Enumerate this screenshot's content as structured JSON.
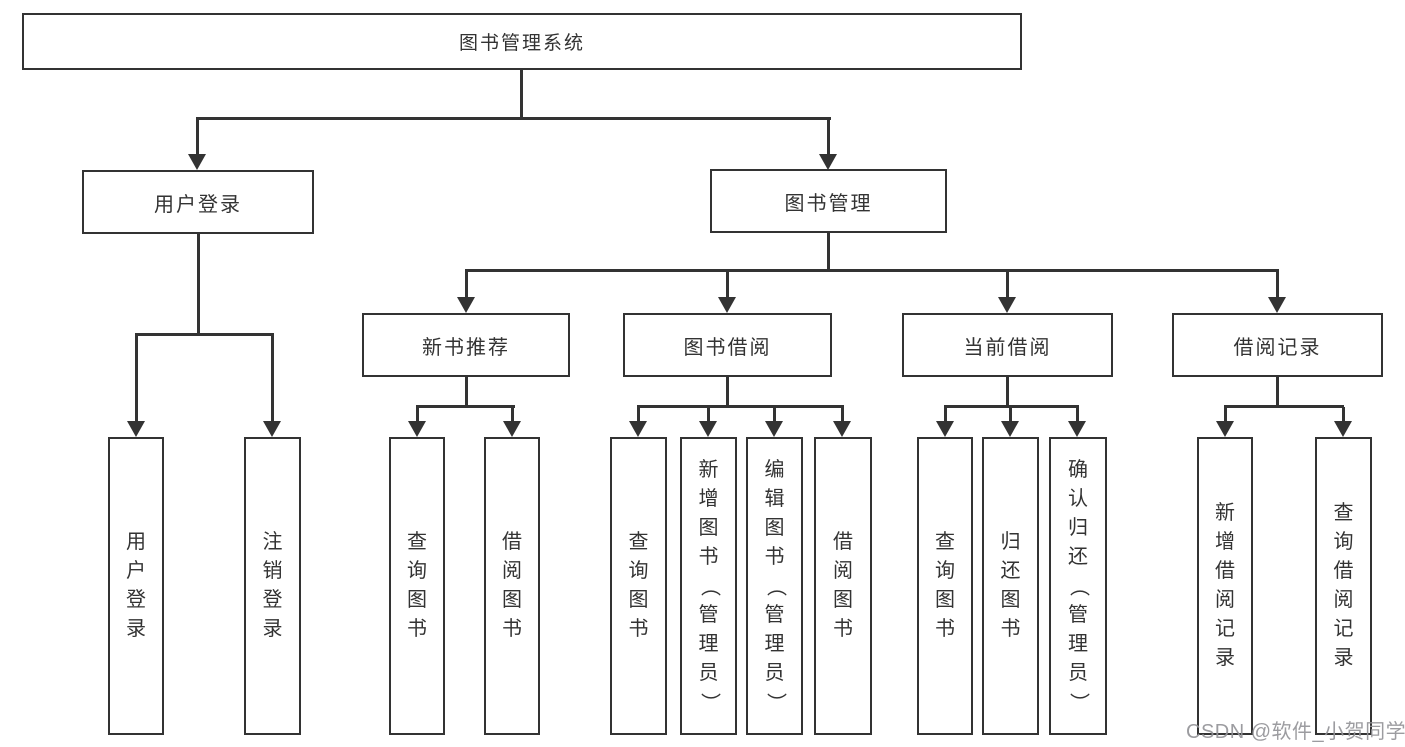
{
  "diagram_type": "hierarchy-tree",
  "colors": {
    "line": "#333333",
    "text": "#333333",
    "box_background": "#ffffff",
    "watermark": "#949498"
  },
  "nodes": {
    "root": "图书管理系统",
    "user_login": "用户登录",
    "book_mgmt": "图书管理",
    "new_book_rec": "新书推荐",
    "book_borrow": "图书借阅",
    "current_borrow": "当前借阅",
    "borrow_record": "借阅记录",
    "leaf_user_login": "用户登录",
    "leaf_logout_login": "注销登录",
    "leaf_rec_query_book": "查询图书",
    "leaf_rec_borrow_book": "借阅图书",
    "leaf_bb_query_book": "查询图书",
    "leaf_bb_add_book": "新增图书（管理员）",
    "leaf_bb_edit_book": "编辑图书（管理员）",
    "leaf_bb_borrow_book": "借阅图书",
    "leaf_cb_query_book": "查询图书",
    "leaf_cb_return_book": "归还图书",
    "leaf_cb_confirm_return": "确认归还（管理员）",
    "leaf_br_add_record": "新增借阅记录",
    "leaf_br_query_record": "查询借阅记录"
  },
  "hierarchy": {
    "root": "图书管理系统",
    "children": [
      {
        "label": "用户登录",
        "children": [
          "用户登录",
          "注销登录"
        ]
      },
      {
        "label": "图书管理",
        "children": [
          {
            "label": "新书推荐",
            "children": [
              "查询图书",
              "借阅图书"
            ]
          },
          {
            "label": "图书借阅",
            "children": [
              "查询图书",
              "新增图书（管理员）",
              "编辑图书（管理员）",
              "借阅图书"
            ]
          },
          {
            "label": "当前借阅",
            "children": [
              "查询图书",
              "归还图书",
              "确认归还（管理员）"
            ]
          },
          {
            "label": "借阅记录",
            "children": [
              "新增借阅记录",
              "查询借阅记录"
            ]
          }
        ]
      }
    ]
  },
  "watermark": "CSDN @软件_小贺同学"
}
